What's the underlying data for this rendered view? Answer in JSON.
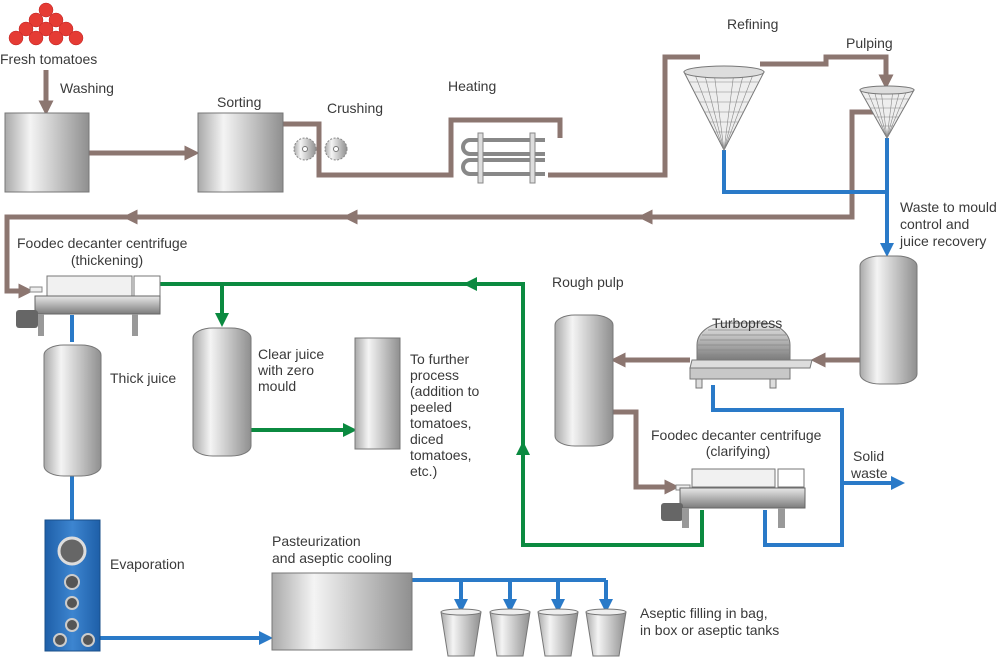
{
  "labels": {
    "fresh_tomatoes": "Fresh tomatoes",
    "washing": "Washing",
    "sorting": "Sorting",
    "crushing": "Crushing",
    "heating": "Heating",
    "refining": "Refining",
    "pulping": "Pulping",
    "waste": [
      "Waste to mould",
      "control and",
      "juice recovery"
    ],
    "thickening": [
      "Foodec decanter centrifuge",
      "(thickening)"
    ],
    "rough_pulp": "Rough pulp",
    "turbopress": "Turbopress",
    "thick_juice": "Thick juice",
    "clear_juice": [
      "Clear juice",
      "with zero",
      "mould"
    ],
    "further": [
      "To further",
      "process",
      "(addition to",
      "peeled",
      "tomatoes,",
      "diced",
      "tomatoes,",
      "etc.)"
    ],
    "clarifying": [
      "Foodec decanter centrifuge",
      "(clarifying)"
    ],
    "solid_waste": [
      "Solid",
      "waste"
    ],
    "evaporation": "Evaporation",
    "pasteurization": [
      "Pasteurization",
      "and aseptic cooling"
    ],
    "filling": [
      "Aseptic filling in bag,",
      "in box or aseptic tanks"
    ]
  },
  "colors": {
    "product_line": "#8c7670",
    "clear_juice_line": "#0b8a40",
    "juice_waste_line": "#2a7ac8",
    "tomato": "#e53b34"
  }
}
